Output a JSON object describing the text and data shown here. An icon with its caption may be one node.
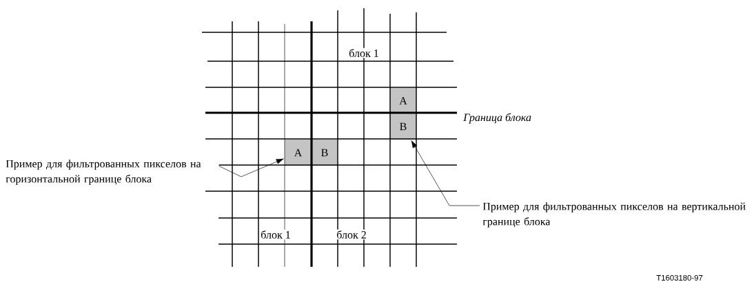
{
  "diagram": {
    "nodes": [
      {
        "text": [
          "A"
        ]
      },
      {
        "text": [
          "B"
        ]
      },
      {
        "text": [
          "Пример для фильтрованных пикселов на горизонтальной границе блока"
        ]
      },
      {
        "text": [
          "A"
        ]
      },
      {
        "text": [
          "B"
        ]
      },
      {
        "text": [
          "Пример для фильтрованных пикселов на вертикальной границе блока"
        ]
      }
    ],
    "edges": [
      {
        "from": 2,
        "to": 3,
        "arrow": "to"
      },
      {
        "from": 5,
        "to": 1,
        "arrow": "to"
      }
    ],
    "labels": [
      "блок 1",
      "*Граница блока*",
      "блок 1",
      "блок 2",
      "T1603180-97"
    ]
  }
}
